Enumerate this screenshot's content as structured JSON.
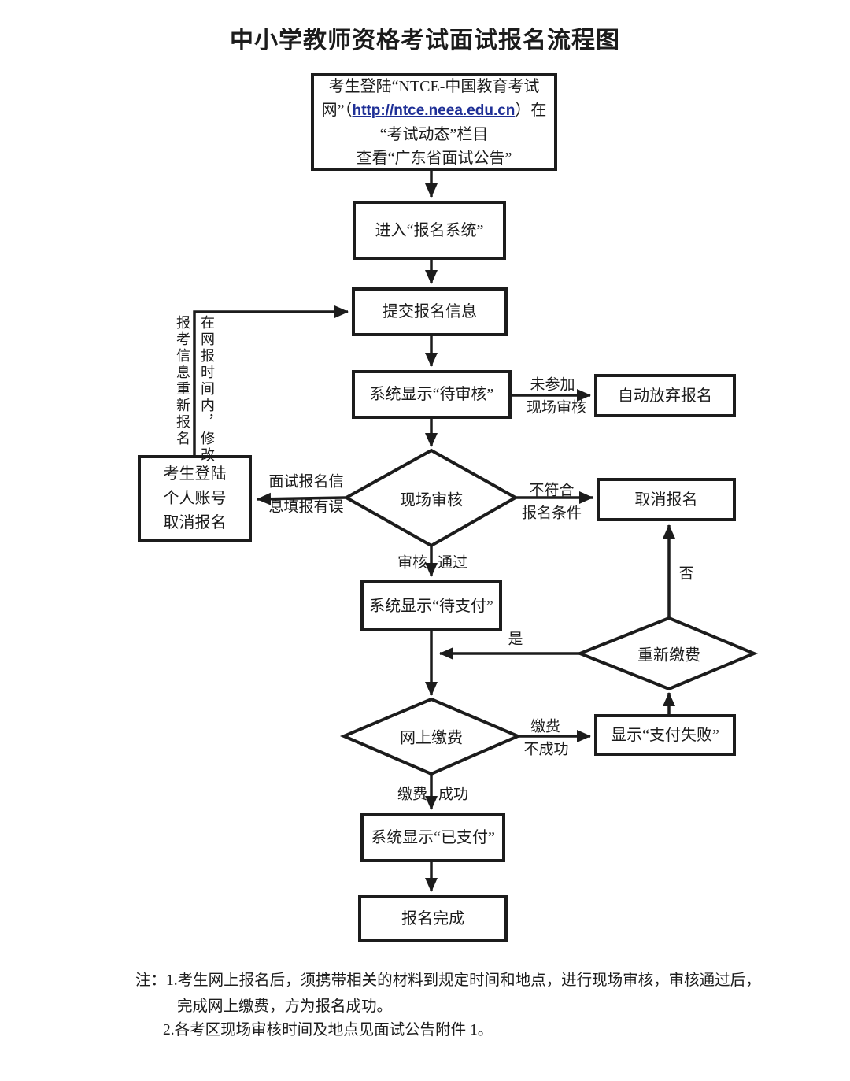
{
  "title": "中小学教师资格考试面试报名流程图",
  "colors": {
    "bg": "#ffffff",
    "line": "#1c1c1c",
    "text": "#1c1c1c",
    "link": "#1e2f96"
  },
  "nodes": {
    "login_portal": {
      "line1": "考生登陆“NTCE-中国教育考试",
      "line2_pre": "网”（",
      "url": "http://ntce.neea.edu.cn",
      "line2_post": "）在",
      "line3": "“考试动态”栏目",
      "line4": "查看“广东省面试公告”"
    },
    "enter_system": "进入“报名系统”",
    "submit_info": "提交报名信息",
    "pending_review": "系统显示“待审核”",
    "auto_abandon": "自动放弃报名",
    "onsite_review": "现场审核",
    "login_cancel": {
      "line1": "考生登陆",
      "line2": "个人账号",
      "line3": "取消报名"
    },
    "cancel_registration": "取消报名",
    "pending_payment": "系统显示“待支付”",
    "repay": "重新缴费",
    "online_payment": "网上缴费",
    "payment_failed": "显示“支付失败”",
    "paid": "系统显示“已支付”",
    "complete": "报名完成"
  },
  "edge_labels": {
    "not_attend_1": "未参加",
    "not_attend_2": "现场审核",
    "info_error_1": "面试报名信",
    "info_error_2": "息填报有误",
    "not_qualified_1": "不符合",
    "not_qualified_2": "报名条件",
    "review_pass_1": "审核",
    "review_pass_2": "通过",
    "yes": "是",
    "no": "否",
    "pay_fail_1": "缴费",
    "pay_fail_2": "不成功",
    "pay_success_1": "缴费",
    "pay_success_2": "成功",
    "modify_inner": "在网报时间内，修改",
    "modify_outer": "报考信息重新报名"
  },
  "notes": {
    "prefix": "注：",
    "item1_line1": "1.考生网上报名后，须携带相关的材料到规定时间和地点，进行现场审核，审核通过后，",
    "item1_line2": "完成网上缴费，方为报名成功。",
    "item2": "2.各考区现场审核时间及地点见面试公告附件 1。"
  }
}
